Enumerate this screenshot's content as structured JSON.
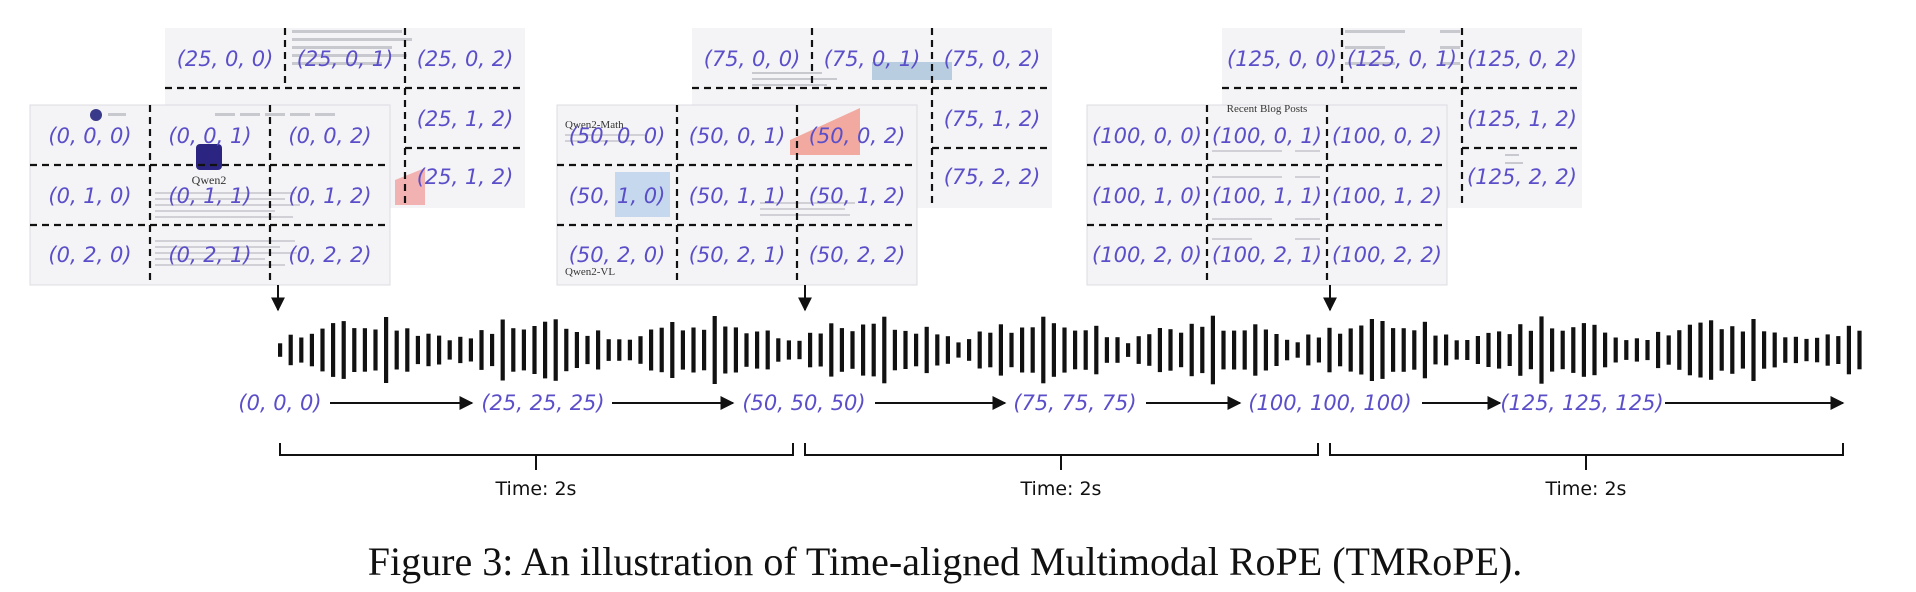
{
  "groups": [
    {
      "back": [
        [
          "(25, 0, 0)",
          "(25, 0, 1)",
          "(25, 0, 2)"
        ],
        [
          "",
          "",
          "(25, 1, 2)"
        ],
        [
          "",
          "",
          "(25, 1, 2)"
        ]
      ],
      "front": [
        [
          "(0, 0, 0)",
          "(0, 0, 1)",
          "(0, 0, 2)"
        ],
        [
          "(0, 1, 0)",
          "(0, 1, 1)",
          "(0, 1, 2)"
        ],
        [
          "(0, 2, 0)",
          "(0, 2, 1)",
          "(0, 2, 2)"
        ]
      ]
    },
    {
      "back": [
        [
          "(75, 0, 0)",
          "(75, 0, 1)",
          "(75, 0, 2)"
        ],
        [
          "",
          "",
          "(75, 1, 2)"
        ],
        [
          "",
          "",
          "(75, 2, 2)"
        ]
      ],
      "front": [
        [
          "(50, 0, 0)",
          "(50, 0, 1)",
          "(50, 0, 2)"
        ],
        [
          "(50, 1, 0)",
          "(50, 1, 1)",
          "(50, 1, 2)"
        ],
        [
          "(50, 2, 0)",
          "(50, 2, 1)",
          "(50, 2, 2)"
        ]
      ]
    },
    {
      "back": [
        [
          "(125, 0, 0)",
          "(125, 0, 1)",
          "(125, 0, 2)"
        ],
        [
          "",
          "",
          "(125, 1, 2)"
        ],
        [
          "",
          "",
          "(125, 2, 2)"
        ]
      ],
      "front": [
        [
          "(100, 0, 0)",
          "(100, 0, 1)",
          "(100, 0, 2)"
        ],
        [
          "(100, 1, 0)",
          "(100, 1, 1)",
          "(100, 1, 2)"
        ],
        [
          "(100, 2, 0)",
          "(100, 2, 1)",
          "(100, 2, 2)"
        ]
      ]
    }
  ],
  "screenshot_text": {
    "qwen2_title": "Qwen2",
    "blog_title": "Recent Blog Posts",
    "qwen2_vl": "Qwen2-VL",
    "qwen2_math": "Qwen2-Math"
  },
  "audio_ids": [
    "(0, 0, 0)",
    "(25, 25, 25)",
    "(50, 50, 50)",
    "(75, 75, 75)",
    "(100, 100, 100)",
    "(125, 125, 125)"
  ],
  "time_labels": [
    "Time: 2s",
    "Time: 2s",
    "Time: 2s"
  ],
  "caption": "Figure 3: An illustration of Time-aligned Multimodal RoPE (TMRoPE).",
  "colors": {
    "label": "#5b4fc9",
    "line": "#111111",
    "frame_bg": "#f4f4f6"
  }
}
